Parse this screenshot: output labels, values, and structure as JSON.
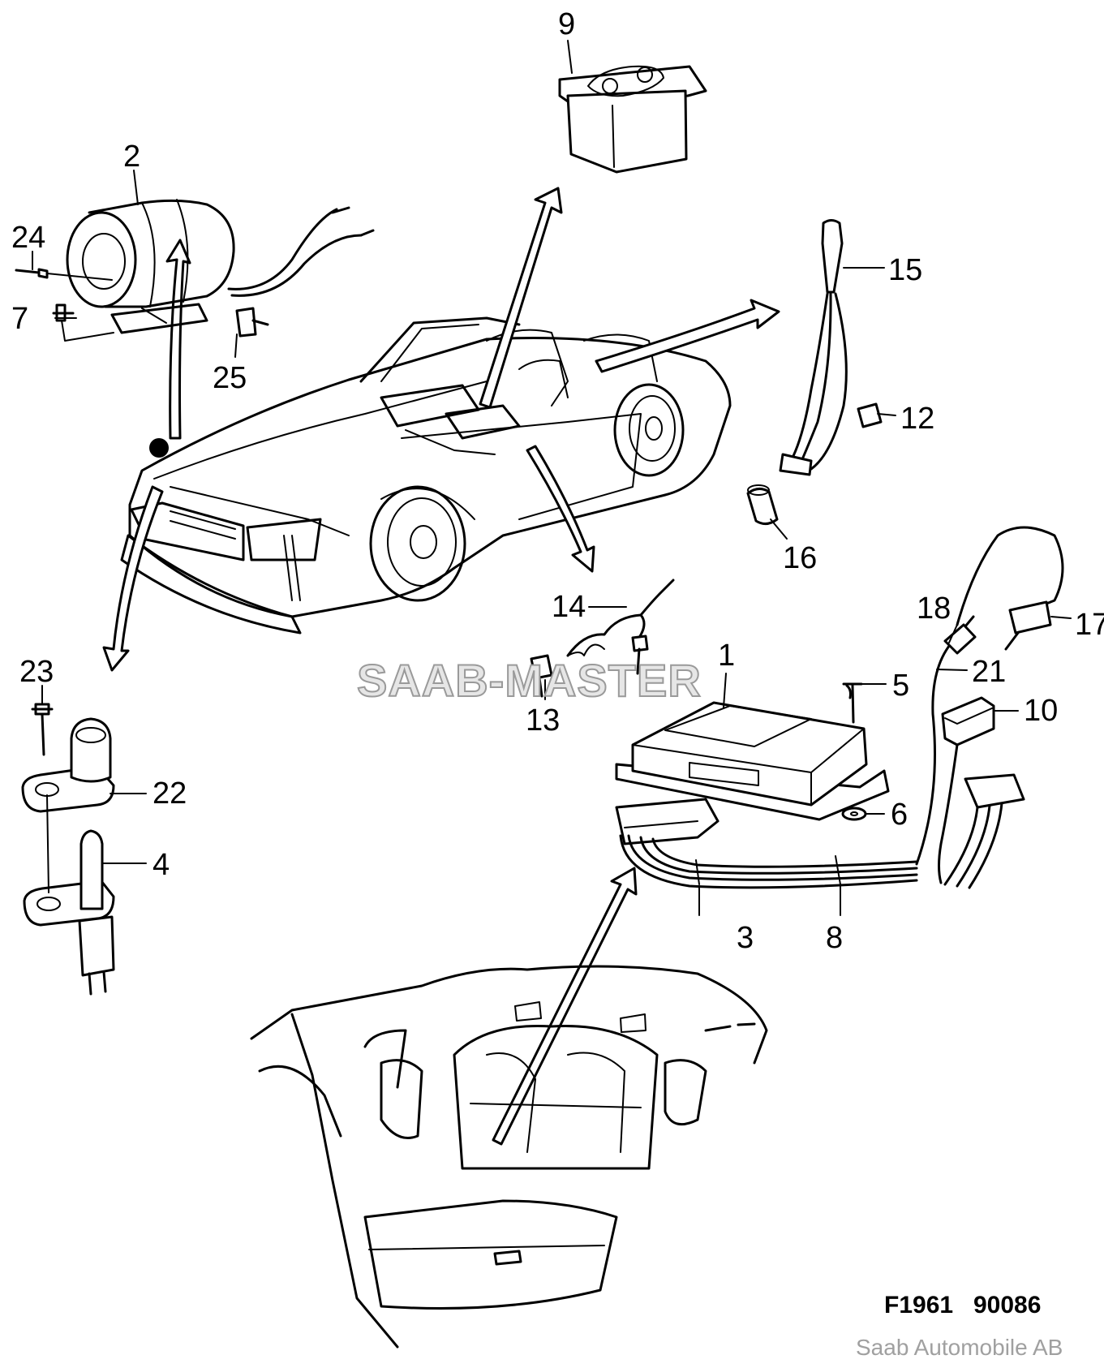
{
  "diagram": {
    "watermark": "SAAB-MASTER",
    "figure_code": "F1961",
    "figure_number": "90086",
    "credit": "Saab Automobile AB",
    "callouts": {
      "c1": "1",
      "c2": "2",
      "c3": "3",
      "c4": "4",
      "c5": "5",
      "c6": "6",
      "c7": "7",
      "c8": "8",
      "c9": "9",
      "c10": "10",
      "c12": "12",
      "c13": "13",
      "c14": "14",
      "c15": "15",
      "c16": "16",
      "c17": "17",
      "c18": "18",
      "c21": "21",
      "c22": "22",
      "c23": "23",
      "c24": "24",
      "c25": "25"
    }
  }
}
